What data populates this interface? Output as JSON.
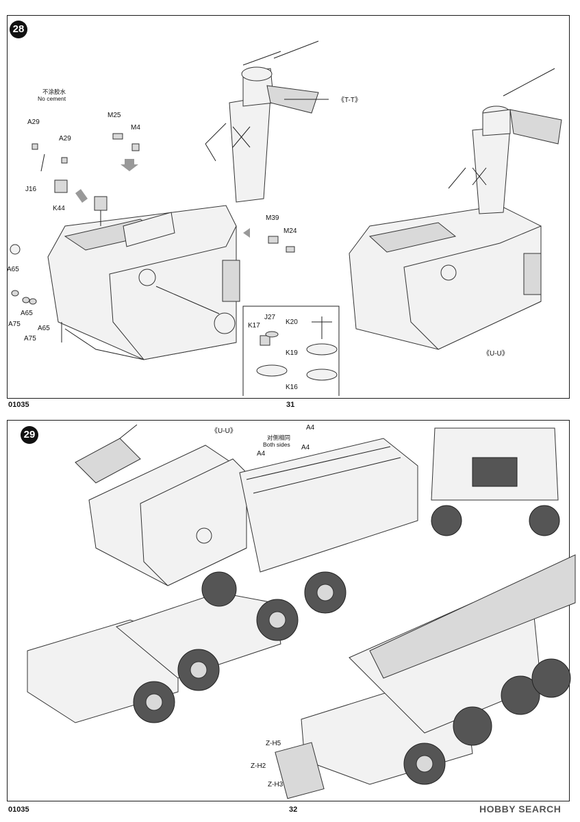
{
  "step28": {
    "number": "28",
    "no_cement_cn": "不涂胶水",
    "no_cement_en": "No cement",
    "parts": {
      "a29_left": "A29",
      "a29_right": "A29",
      "j16": "J16",
      "k44": "K44",
      "m25": "M25",
      "m4": "M4",
      "m39": "M39",
      "m24": "M24",
      "a65_top": "A65",
      "a65_mid": "A65",
      "a65_bottom": "A65",
      "a75_upper": "A75",
      "a75_lower": "A75",
      "k17": "K17",
      "j27": "J27",
      "k20": "K20",
      "k19": "K19",
      "k16": "K16"
    },
    "view_tt": "《T-T》",
    "view_uu": "《U-U》"
  },
  "step29": {
    "number": "29",
    "view_uu": "《U-U》",
    "both_sides_cn": "对侧相同",
    "both_sides_en": "Both sides",
    "parts": {
      "a4_left": "A4",
      "a4_mid": "A4",
      "a4_right": "A4",
      "zh5": "Z-H5",
      "zh2": "Z-H2",
      "zh3": "Z-H3"
    }
  },
  "footer": {
    "code_top": "01035",
    "page_top": "31",
    "code_bottom": "01035",
    "page_bottom": "32",
    "watermark": "HOBBY SEARCH"
  }
}
